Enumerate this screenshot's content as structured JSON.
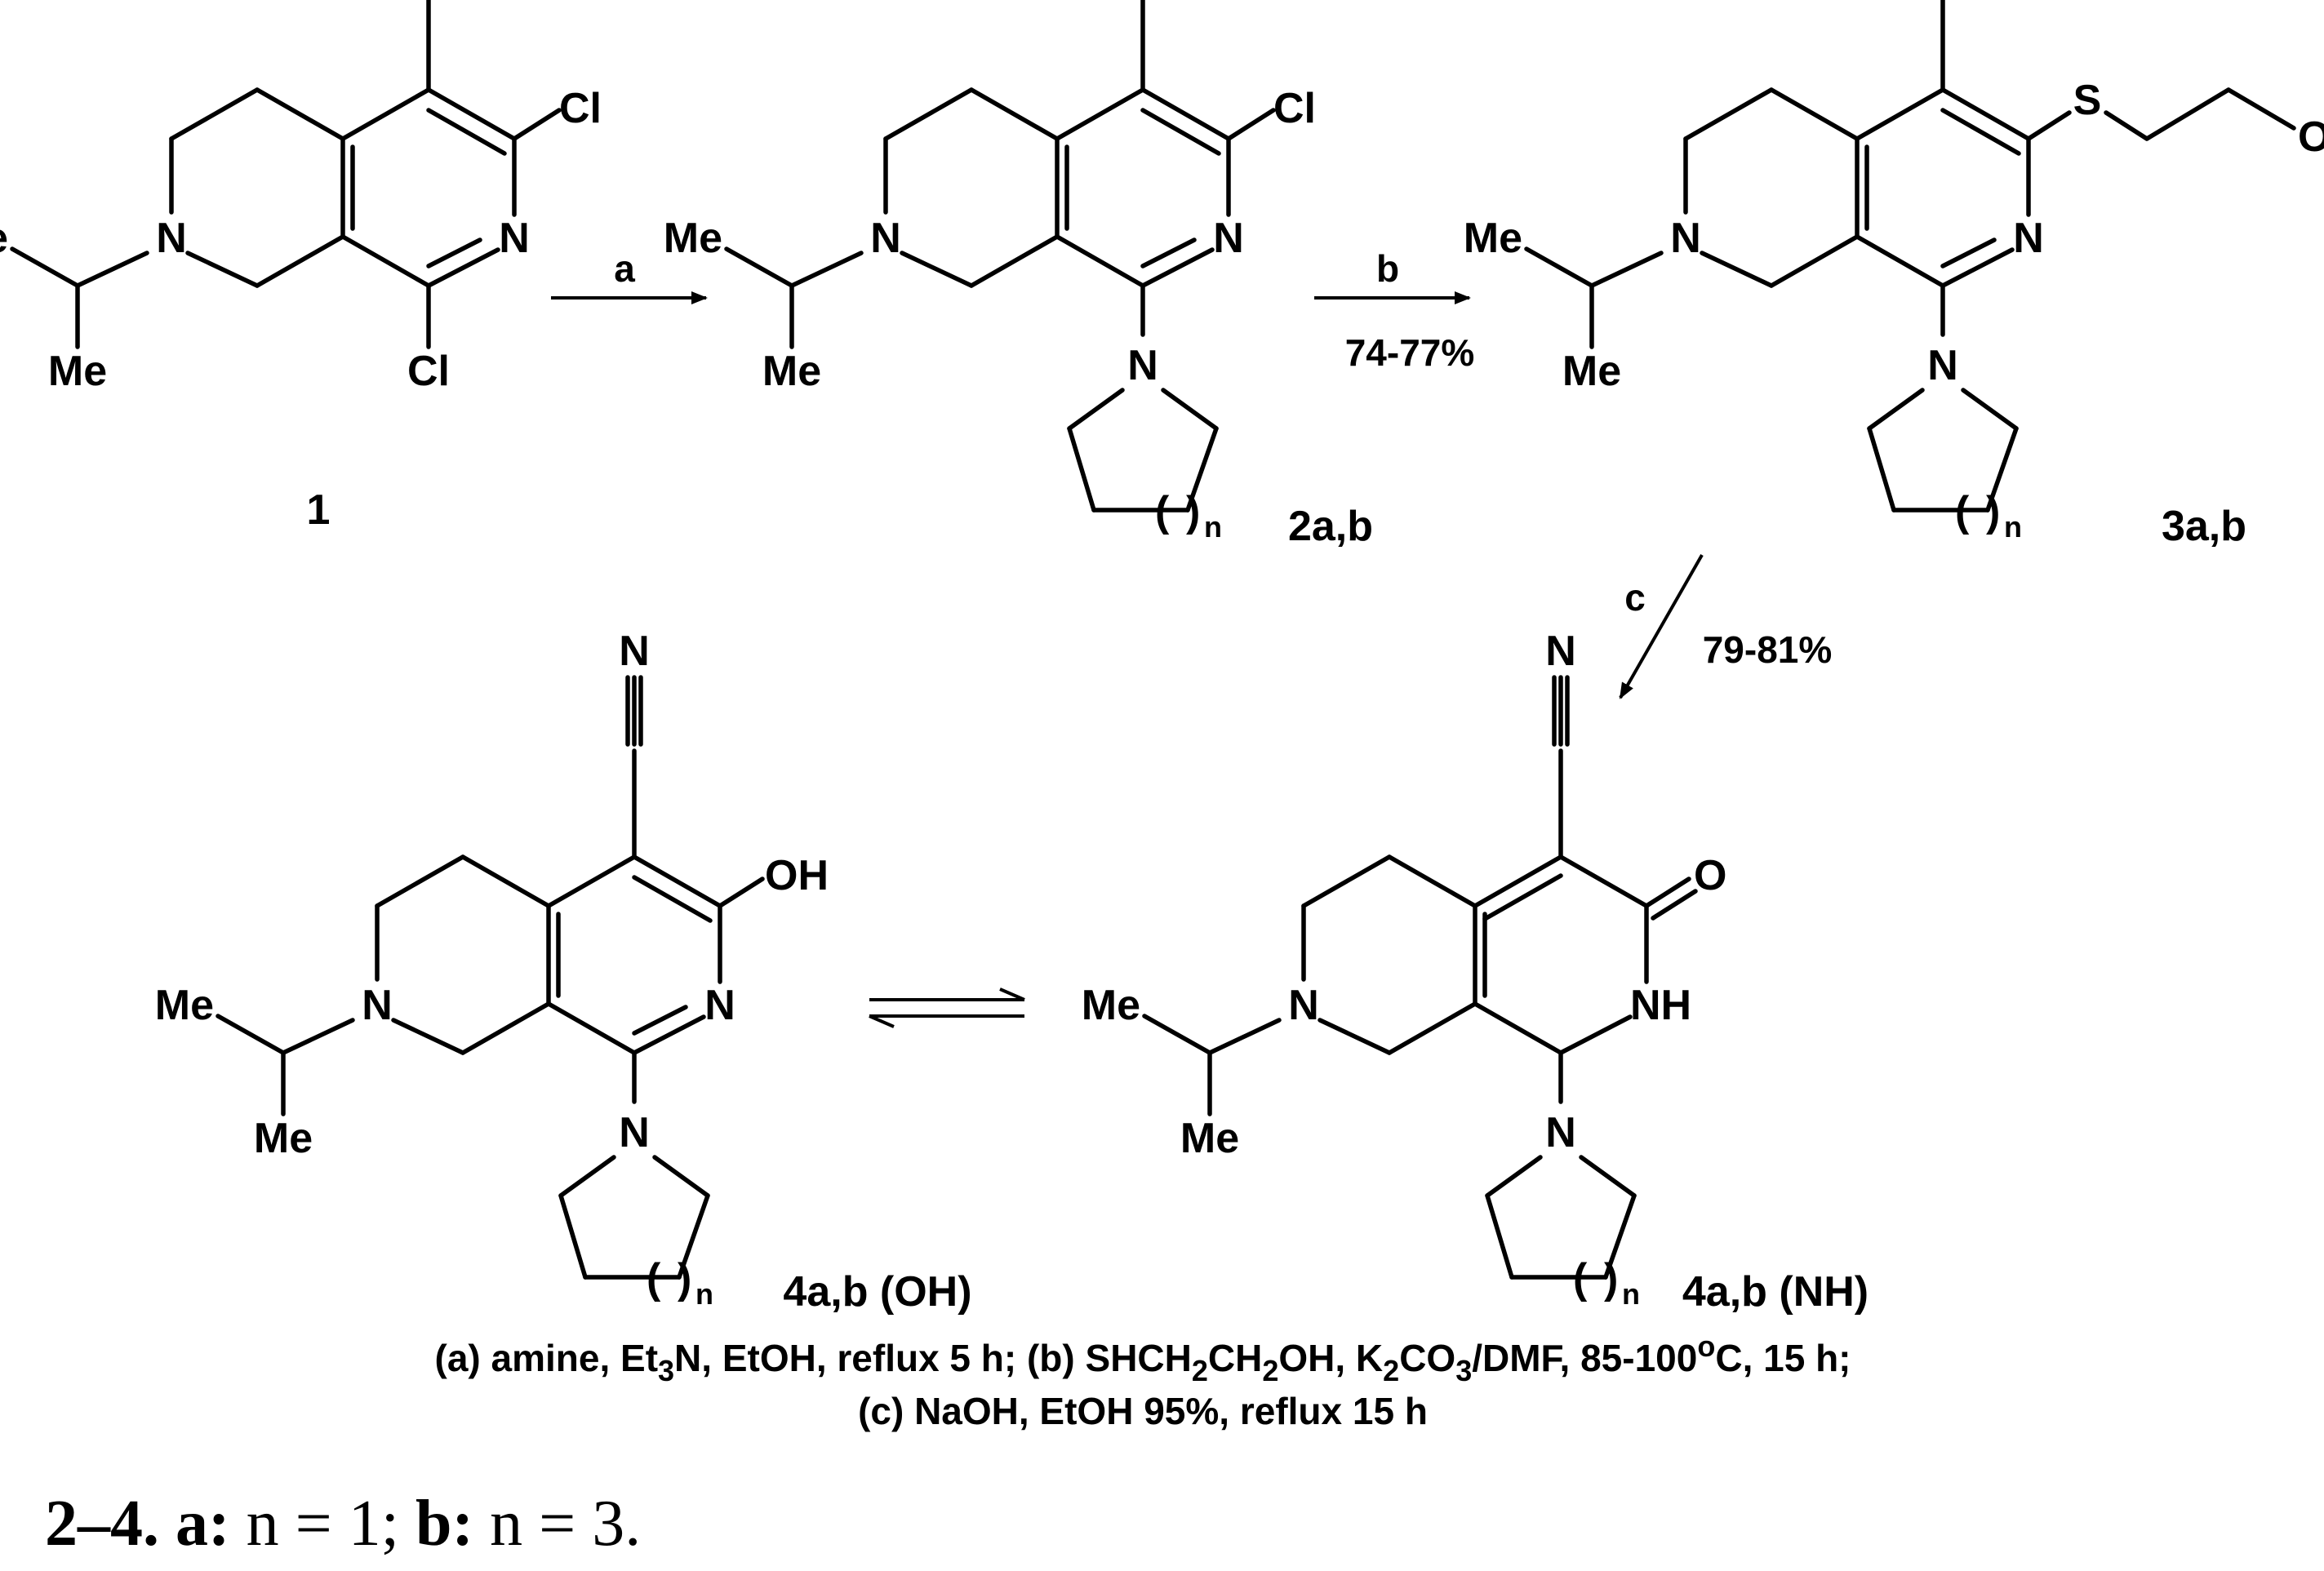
{
  "atoms": {
    "nitrile_n": "N",
    "chloro": "Cl",
    "ring_n": "N",
    "amine_n": "N",
    "methyl": "Me",
    "sulfur": "S",
    "hydroxyl": "OH",
    "oxo": "O",
    "lactam_nh": "NH",
    "repeat_paren_open": "(",
    "repeat_paren_close": ")",
    "repeat_subscript": "n"
  },
  "compounds": {
    "c1": "1",
    "c2": "2a,b",
    "c3": "3a,b",
    "c4_oh": "4a,b (OH)",
    "c4_nh": "4a,b (NH)"
  },
  "steps": {
    "a": {
      "label": "a",
      "yield": ""
    },
    "b": {
      "label": "b",
      "yield": "74-77%"
    },
    "c": {
      "label": "c",
      "yield": "79-81%"
    }
  },
  "conditions": {
    "line1": [
      "(a) amine, Et",
      "3",
      "N, EtOH, reflux 5 h; (b) SHCH",
      "2",
      "CH",
      "2",
      "OH, K",
      "2",
      "CO",
      "3",
      "/DMF,  85-100",
      "o",
      "C, 15 h;"
    ],
    "line2": "(c) NaOH, EtOH 95%, reflux 15 h"
  },
  "caption": {
    "range": "2–4.",
    "a_label": "a:",
    "a_text": " n = 1; ",
    "b_label": "b:",
    "b_text": " n = 3."
  }
}
